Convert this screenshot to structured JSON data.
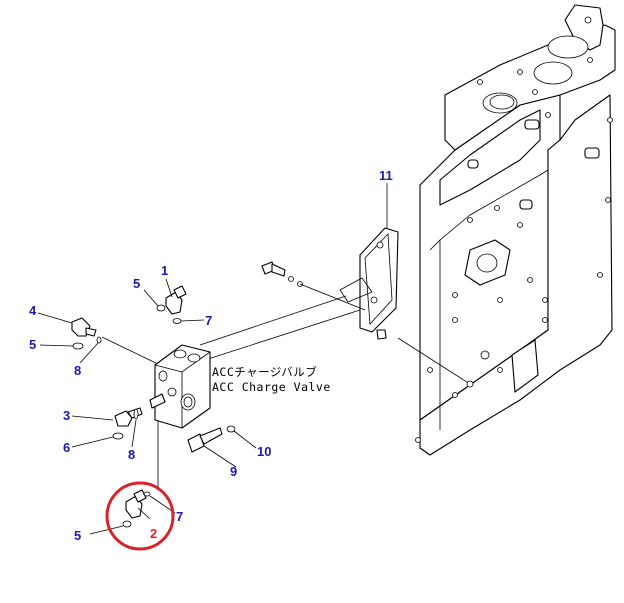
{
  "caption": {
    "japanese": "ACCチャージバルブ",
    "english": "ACC Charge Valve"
  },
  "labels": {
    "p1": "1",
    "p2": "2",
    "p3": "3",
    "p4": "4",
    "p5a": "5",
    "p5b": "5",
    "p5c": "5",
    "p6": "6",
    "p7a": "7",
    "p7b": "7",
    "p8a": "8",
    "p8b": "8",
    "p9": "9",
    "p10": "10",
    "p11": "11"
  },
  "colors": {
    "label": "#1a1ab0",
    "highlight": "#d8232a",
    "line": "#000000"
  },
  "highlighted_part": "2"
}
